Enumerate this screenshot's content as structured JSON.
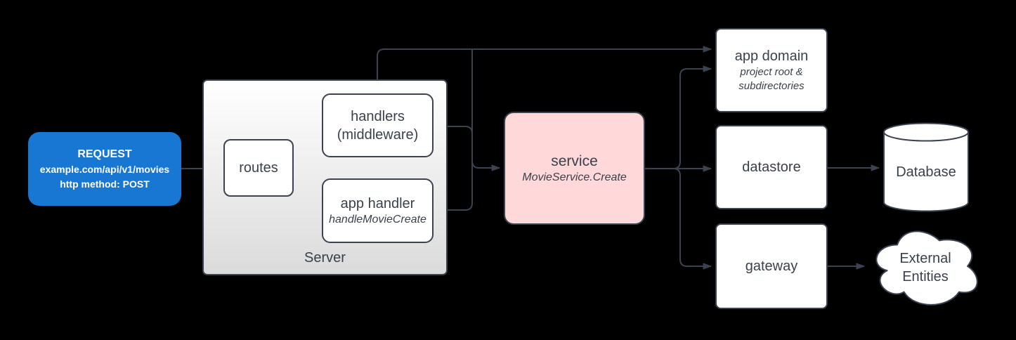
{
  "colors": {
    "background": "#000000",
    "line": "#3B4250",
    "text": "#3A414C",
    "request_fill": "#1877D2",
    "request_text": "#FFFFFF",
    "service_fill": "#FFD8D9",
    "node_fill": "#FFFFFF",
    "server_gradient_top": "#FFFFFF",
    "server_gradient_bottom": "#DBDBDB"
  },
  "nodes": {
    "request": {
      "title": "REQUEST",
      "url": "example.com/api/v1/movies",
      "method": "http method: POST"
    },
    "server": {
      "label": "Server"
    },
    "routes": {
      "label": "routes"
    },
    "handlers": {
      "line1": "handlers",
      "line2": "(middleware)"
    },
    "app_handler": {
      "title": "app handler",
      "subtitle": "handleMovieCreate"
    },
    "service": {
      "title": "service",
      "subtitle": "MovieService.Create"
    },
    "app_domain": {
      "title": "app domain",
      "subtitle_line1": "project root &",
      "subtitle_line2": "subdirectories"
    },
    "datastore": {
      "label": "datastore"
    },
    "gateway": {
      "label": "gateway"
    },
    "database": {
      "label": "Database"
    },
    "external_entities": {
      "line1": "External",
      "line2": "Entities"
    }
  }
}
